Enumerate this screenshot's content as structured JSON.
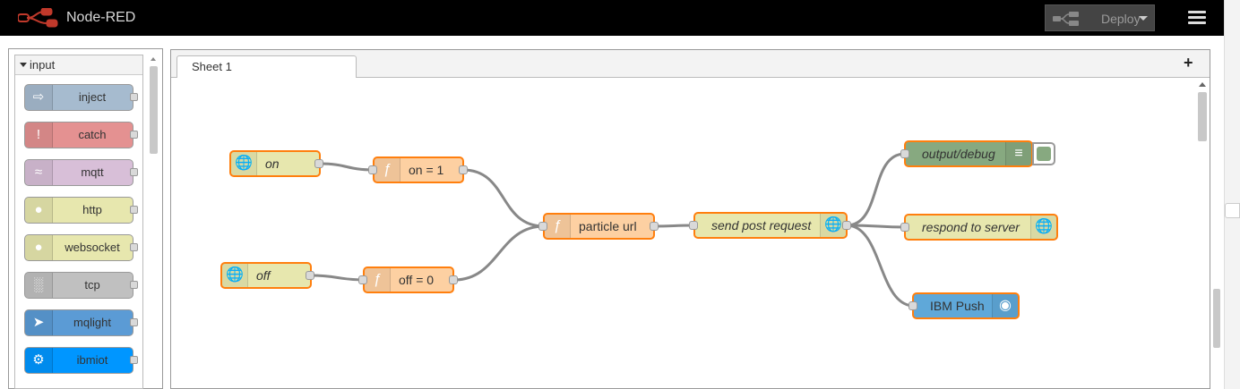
{
  "header": {
    "title": "Node-RED",
    "deploy_label": "Deploy"
  },
  "palette": {
    "category": "input",
    "nodes": [
      {
        "label": "inject",
        "color": "#a6bbcf",
        "icon": "arrow-icon"
      },
      {
        "label": "catch",
        "color": "#e49191",
        "icon": "alert-icon"
      },
      {
        "label": "mqtt",
        "color": "#d8bfd8",
        "icon": "bridge-icon"
      },
      {
        "label": "http",
        "color": "#e7e7ae",
        "icon": "globe-icon"
      },
      {
        "label": "websocket",
        "color": "#e7e7ae",
        "icon": "globe-icon"
      },
      {
        "label": "tcp",
        "color": "#c0c0c0",
        "icon": "wave-icon"
      },
      {
        "label": "mqlight",
        "color": "#5b9bd5",
        "icon": "mqlight-icon"
      },
      {
        "label": "ibmiot",
        "color": "#0096ff",
        "icon": "gear-icon"
      }
    ]
  },
  "workspace": {
    "tab_label": "Sheet 1",
    "add_tab": "+"
  },
  "flow": {
    "nodes": [
      {
        "id": "on",
        "label": "on",
        "color": "#e7e7ae"
      },
      {
        "id": "off",
        "label": "off",
        "color": "#e7e7ae"
      },
      {
        "id": "on1",
        "label": "on = 1",
        "color": "#fdd0a2"
      },
      {
        "id": "off0",
        "label": "off = 0",
        "color": "#fdd0a2"
      },
      {
        "id": "purl",
        "label": "particle url",
        "color": "#fdd0a2"
      },
      {
        "id": "post",
        "label": "send post request",
        "color": "#e7e7ae"
      },
      {
        "id": "debug",
        "label": "output/debug",
        "color": "#87a980"
      },
      {
        "id": "respond",
        "label": "respond to server",
        "color": "#e7e7ae"
      },
      {
        "id": "push",
        "label": "IBM Push",
        "color": "#5fa8d9"
      }
    ]
  }
}
